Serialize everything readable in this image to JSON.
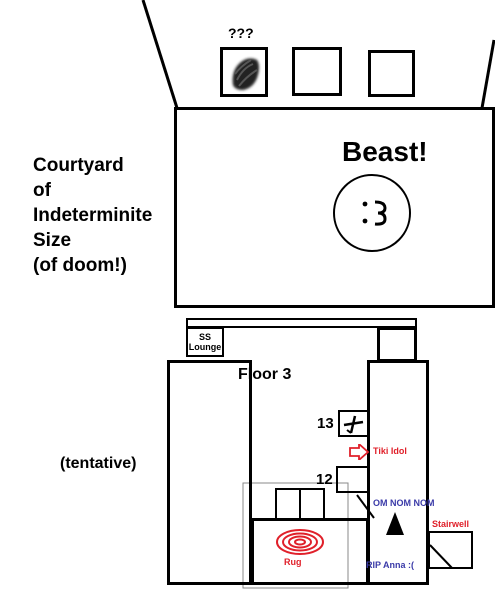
{
  "courtyard": {
    "lines": [
      "Courtyard",
      "of",
      "Indeterminite",
      "Size",
      "(of doom!)"
    ]
  },
  "unknown_label": "???",
  "beast_label": "Beast!",
  "beast_face": ":3",
  "ss_lounge": [
    "SS",
    "Lounge"
  ],
  "floor_label": "Floor 3",
  "tentative_label": "(tentative)",
  "room_numbers": {
    "room_13": "13",
    "room_12": "12"
  },
  "tiki_idol_label": "Tiki Idol",
  "om_nom_label": "OM NOM NOM",
  "stairwell_label": "Stairwell",
  "rug_label": "Rug",
  "rip_label": "RIP Anna :(",
  "colors": {
    "red_label": "#e0202a",
    "blue_label": "#3a3aa8",
    "line": "#000000",
    "rug_red": "#e0202a"
  },
  "icons": [
    "scribble-creature-icon",
    "smiley-face-icon",
    "right-arrow-icon",
    "cross-symbol-icon",
    "cone-figure-icon",
    "rug-spiral-icon"
  ]
}
